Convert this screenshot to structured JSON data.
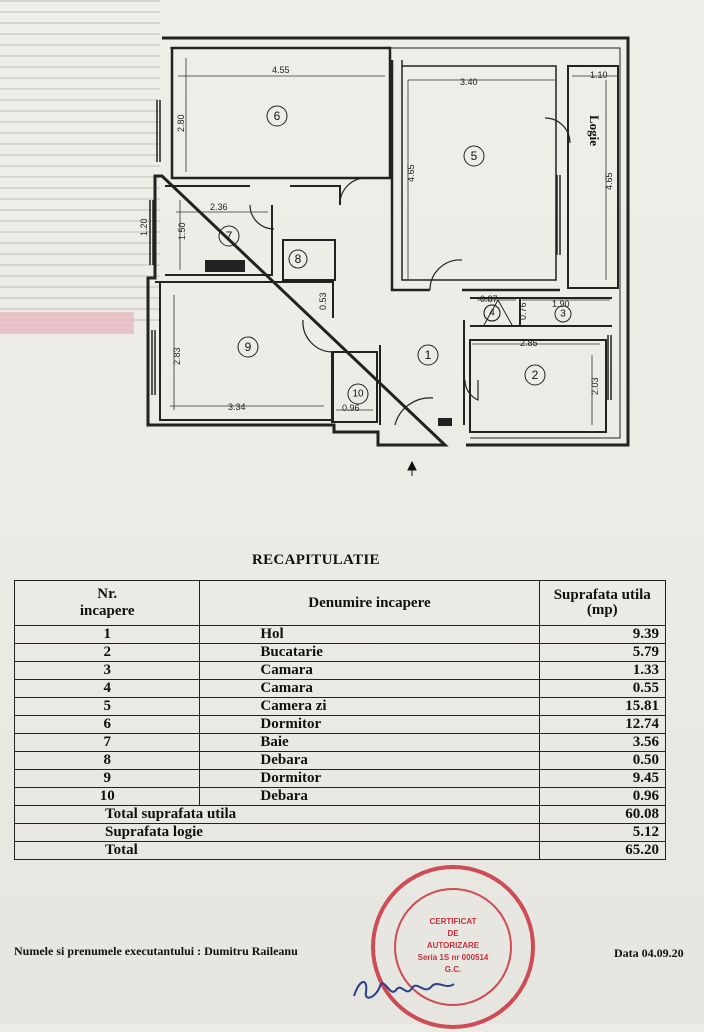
{
  "plan": {
    "rooms": [
      {
        "num": "1"
      },
      {
        "num": "2"
      },
      {
        "num": "3"
      },
      {
        "num": "4"
      },
      {
        "num": "5"
      },
      {
        "num": "6"
      },
      {
        "num": "7"
      },
      {
        "num": "8"
      },
      {
        "num": "9"
      },
      {
        "num": "10"
      }
    ],
    "dims": {
      "d455": "4.55",
      "d340": "3.40",
      "d110": "1.10",
      "d280": "2.80",
      "d465a": "4.65",
      "d465b": "4.65",
      "d236": "2.36",
      "d150": "1.50",
      "d087": "0.87",
      "d076": "0.76",
      "d190": "1.90",
      "d285": "2.85",
      "d283": "2.83",
      "d203": "2.03",
      "d334": "3.34",
      "d096": "0.96",
      "d053": "0.53",
      "d120": "1.20"
    },
    "logie_label": "Logie"
  },
  "recap": {
    "title": "RECAPITULATIE",
    "headers": {
      "nr_line1": "Nr.",
      "nr_line2": "incapere",
      "name": "Denumire incapere",
      "area_line1": "Suprafata utila",
      "area_line2": "(mp)"
    },
    "rows": [
      {
        "nr": "1",
        "name": "Hol",
        "area": "9.39"
      },
      {
        "nr": "2",
        "name": "Bucatarie",
        "area": "5.79"
      },
      {
        "nr": "3",
        "name": "Camara",
        "area": "1.33"
      },
      {
        "nr": "4",
        "name": "Camara",
        "area": "0.55"
      },
      {
        "nr": "5",
        "name": "Camera zi",
        "area": "15.81"
      },
      {
        "nr": "6",
        "name": "Dormitor",
        "area": "12.74"
      },
      {
        "nr": "7",
        "name": "Baie",
        "area": "3.56"
      },
      {
        "nr": "8",
        "name": "Debara",
        "area": "0.50"
      },
      {
        "nr": "9",
        "name": "Dormitor",
        "area": "9.45"
      },
      {
        "nr": "10",
        "name": "Debara",
        "area": "0.96"
      }
    ],
    "totals": [
      {
        "label": "Total suprafata utila",
        "value": "60.08"
      },
      {
        "label": "Suprafata logie",
        "value": "5.12"
      },
      {
        "label": "Total",
        "value": "65.20"
      }
    ]
  },
  "footer": {
    "executant": "Numele si prenumele executantului : Dumitru Raileanu",
    "date": "Data 04.09.20"
  },
  "stamp": {
    "line1": "CERTIFICAT",
    "line2": "DE",
    "line3": "AUTORIZARE",
    "line4": "Seria 1S nr 000514",
    "line5": "G.C."
  },
  "colors": {
    "ink": "#111111",
    "stamp_red": "#c8303c",
    "paper": "#ecebe6"
  }
}
